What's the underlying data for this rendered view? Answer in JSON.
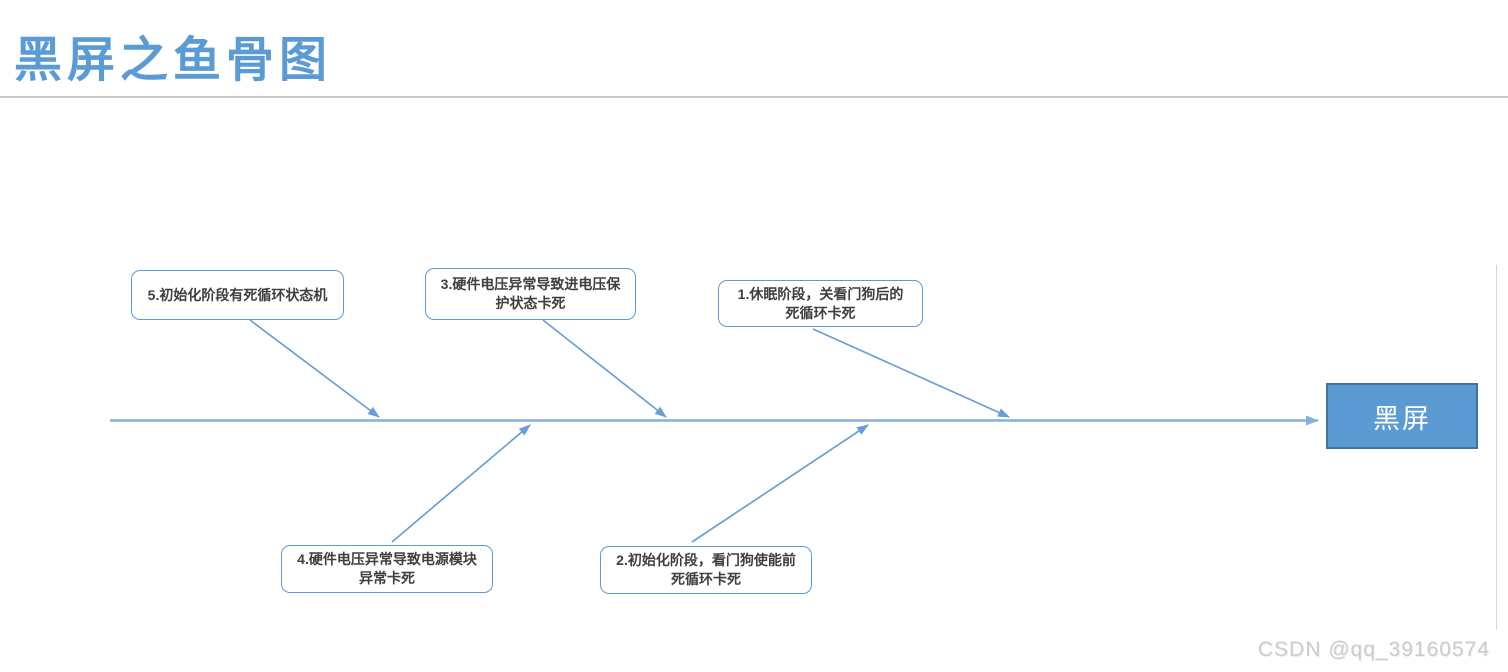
{
  "title": "黑屏之鱼骨图",
  "watermark": "CSDN @qq_39160574",
  "colors": {
    "title_blue": "#5b9bd5",
    "spine_blue": "#85b0dd",
    "branch_blue": "#699fd8",
    "cause_border": "#5b9bd5",
    "cause_text": "#3f3f3f",
    "effect_fill": "#5b9ad3",
    "effect_border": "#41719c",
    "effect_text": "#ffffff",
    "divider_gray": "#c9c9c9",
    "watermark_gray": "#c9ccd0"
  },
  "chart_data": {
    "type": "fishbone-diagram",
    "title": "黑屏之鱼骨图",
    "effect": "黑屏",
    "causes": [
      {
        "label": "1.休眠阶段，关看门狗后的死循环卡死",
        "side": "top",
        "order_on_spine": 3
      },
      {
        "label": "2.初始化阶段，看门狗使能前死循环卡死",
        "side": "bottom",
        "order_on_spine": 2
      },
      {
        "label": "3.硬件电压异常导致进电压保护状态卡死",
        "side": "top",
        "order_on_spine": 2
      },
      {
        "label": "4.硬件电压异常导致电源模块异常卡死",
        "side": "bottom",
        "order_on_spine": 1
      },
      {
        "label": "5.初始化阶段有死循环状态机",
        "side": "top",
        "order_on_spine": 1
      }
    ]
  }
}
